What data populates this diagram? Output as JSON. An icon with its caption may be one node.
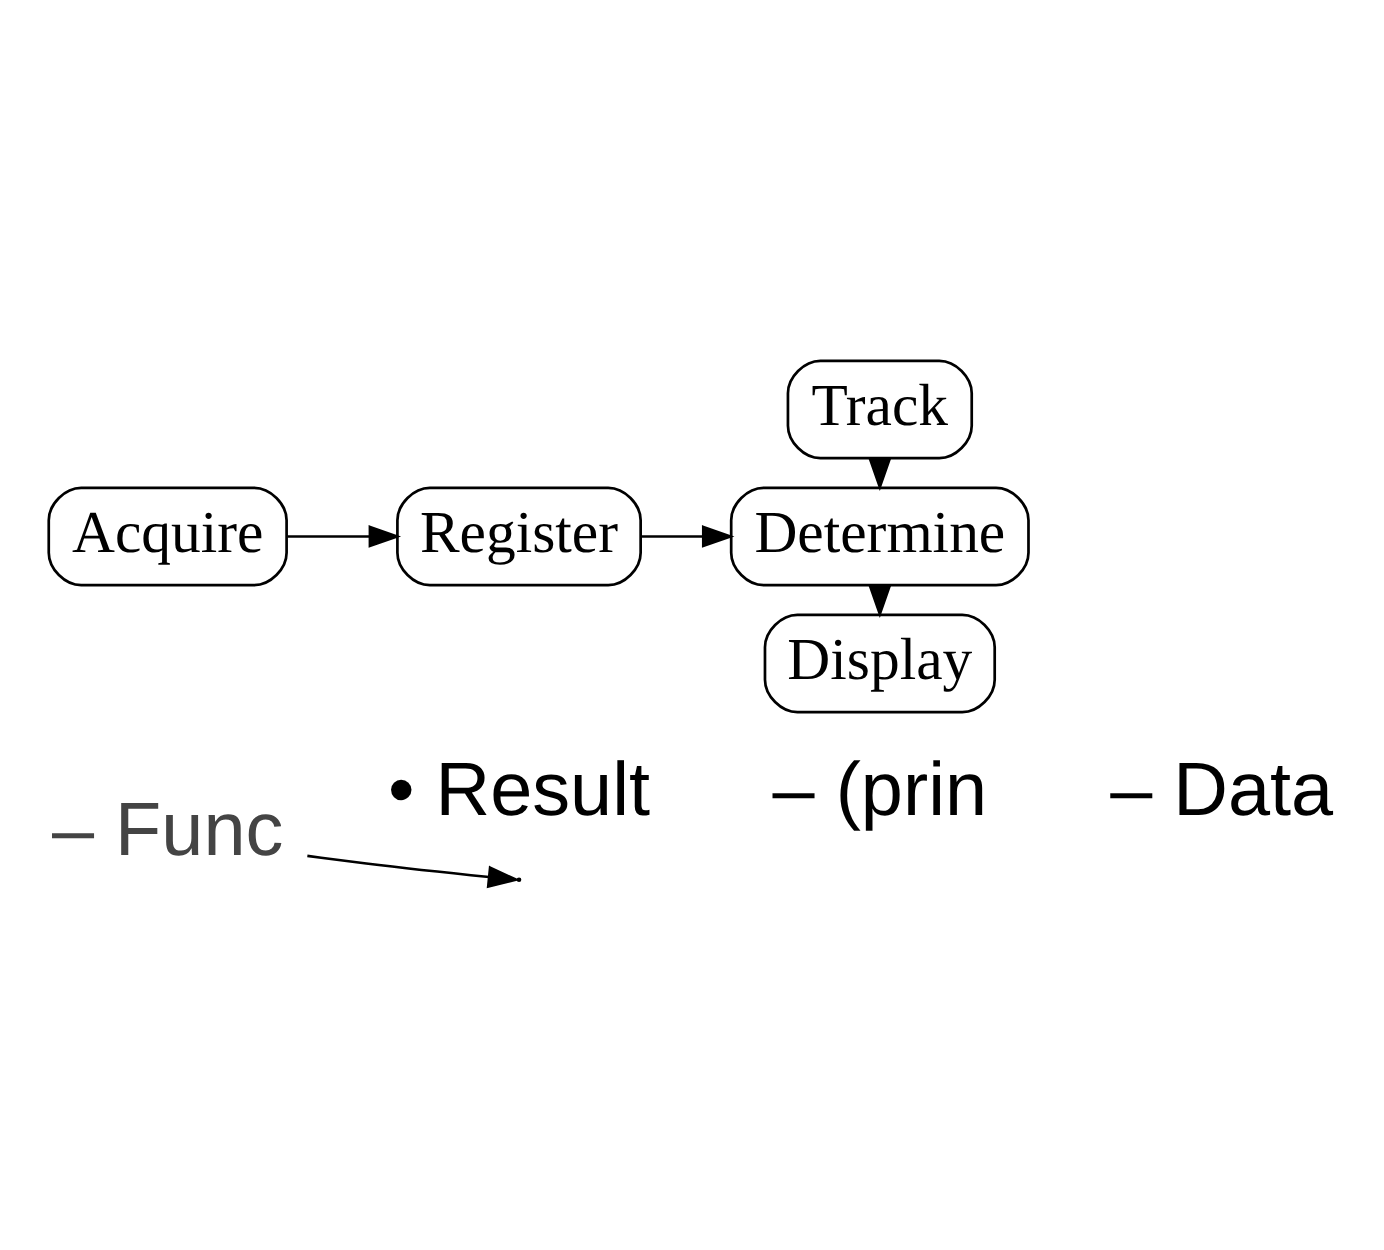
{
  "diagram": {
    "nodes": [
      {
        "text": [
          "– Func"
        ]
      },
      {
        "text": [
          "Acquire"
        ]
      },
      {
        "text": [
          "Track"
        ]
      },
      {
        "text": [
          "Register"
        ]
      },
      {
        "text": [
          "Determine"
        ]
      },
      {
        "text": [
          "Display"
        ]
      }
    ],
    "edges": [
      {
        "from": 0,
        "to": null,
        "arrow": "to"
      },
      {
        "from": 1,
        "to": 3,
        "arrow": "to"
      },
      {
        "from": 3,
        "to": 4,
        "arrow": "to"
      },
      {
        "from": 2,
        "to": 4,
        "arrow": "to"
      },
      {
        "from": 4,
        "to": 5,
        "arrow": "to"
      }
    ],
    "labels": [
      "• Result",
      "– (prin",
      "– Data"
    ]
  }
}
